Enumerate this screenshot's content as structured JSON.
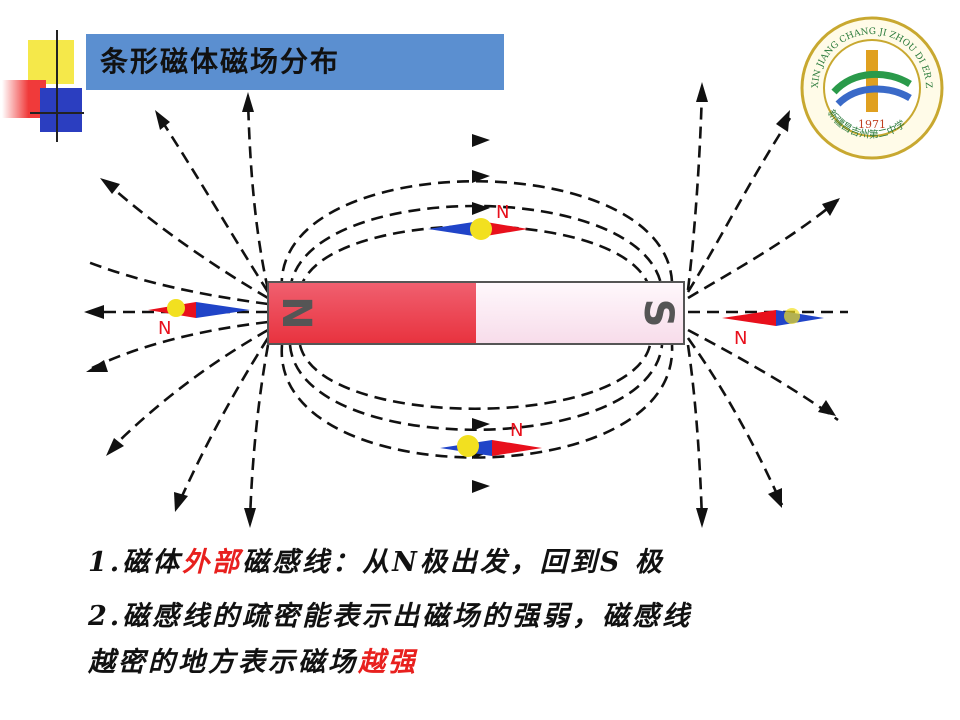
{
  "title": "条形磁体磁场分布",
  "magnet": {
    "north_label": "N",
    "south_label": "S"
  },
  "compass_labels": {
    "top": "N",
    "left": "N",
    "right": "N",
    "bottom": "N"
  },
  "notes": {
    "line1": {
      "pre": "1.磁体",
      "highlight": "外部",
      "post": "磁感线：从N极出发，回到S 极"
    },
    "line2": "2.磁感线的疏密能表示出磁场的强弱，磁感线",
    "line3": {
      "pre": "越密的地方表示磁场",
      "highlight": "越强"
    }
  },
  "logo": {
    "top_text": "XIN JIANG CHANG JI ZHOU DI ER ZHONG XUE",
    "bottom_text": "新疆昌吉州第二中学",
    "year": "1971"
  },
  "colors": {
    "title_bar": "#5b8fd0",
    "magnet_north": "#f0404f",
    "magnet_south": "#fbe6f0",
    "needle_red": "#e8101c",
    "needle_blue": "#2044c8",
    "needle_hub": "#f2e020",
    "highlight": "#e8201e",
    "logo_ring": "#c8a830"
  }
}
